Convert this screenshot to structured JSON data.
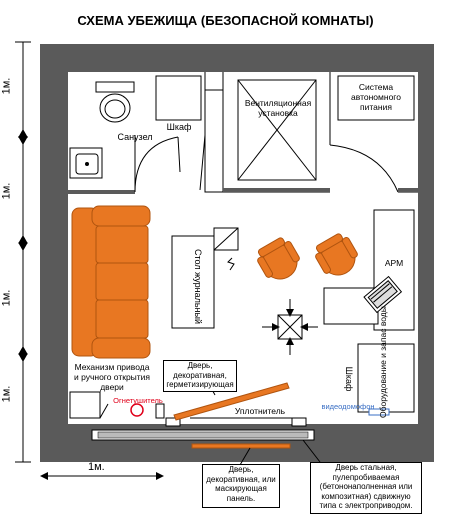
{
  "title": "СХЕМА УБЕЖИЩА (БЕЗОПАСНОЙ КОМНАТЫ)",
  "scale": {
    "vertical": [
      "1м.",
      "1м.",
      "1м.",
      "1м."
    ],
    "horizontal": "1м."
  },
  "rooms": {
    "bathroom": "Санузел",
    "cabinet_top": "Шкаф",
    "ventilation": "Вентиляционная\nустановка",
    "power": "Система\nавтономного\nпитания",
    "arm": "АРМ",
    "cabinet_right": "Шкаф",
    "equipment": "Оборудование\nи запас воды",
    "desk": "Стол\nжурнальный",
    "mechanism": "Механизм привода\nи ручного открытия\nдвери",
    "extinguisher": "Огнетушитель",
    "seal": "Уплотнитель",
    "intercom": "видеодомофон"
  },
  "callouts": {
    "decor_door": "Дверь,\nдекоративная,\nгерметизирующая",
    "panel": "Дверь,\nдекоративная, или\nмаскирующая\nпанель.",
    "steel_door": "Дверь стальная,\nпулепробиваемая\n(бетононаполненная или\nкомпозитная) сдвижную\nтипа с электроприводом."
  },
  "colors": {
    "wall": "#5a5a5a",
    "furniture": "#e87722",
    "furniture_stroke": "#b0540f",
    "extinguisher": "#e0001a",
    "intercom": "#3a6fc4"
  },
  "icons": {
    "toilet": "toilet-icon",
    "sink": "sink-icon",
    "sofa": "sofa-icon",
    "chair": "armchair-icon",
    "vent_cross": "vent-cross-icon"
  }
}
